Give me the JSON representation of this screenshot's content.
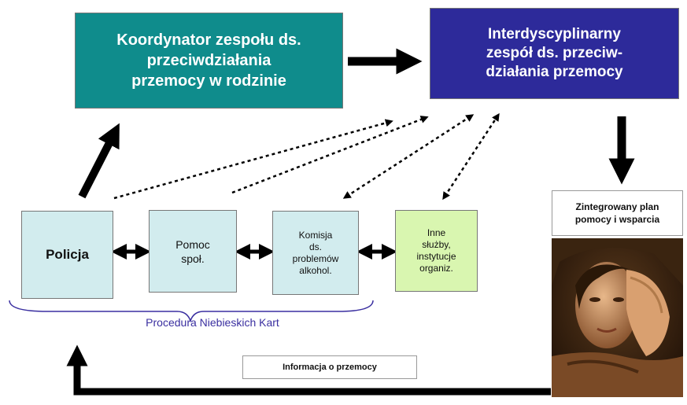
{
  "boxes": {
    "koordynator": "Koordynator zespołu ds.\nprzeciwdziałania\nprzemocy w rodzinie",
    "interdyscyplinarny": "Interdyscyplinarny\nzespół ds. przeciw-\ndziałania przemocy",
    "policja": "Policja",
    "pomoc": "Pomoc\nspoł.",
    "komisja": "Komisja\nds.\nproblemów\nalkohol.",
    "inne": "Inne\nsłużby,\ninstytucje\norganiz.",
    "plan": "Zintegrowany plan\npomocy i wsparcia",
    "informacja": "Informacja o przemocy"
  },
  "procedura_label": "Procedura Niebieskich Kart",
  "colors": {
    "koordynator_fill": "#0f8c8c",
    "interdyscyplinarny_fill": "#2d2a9a",
    "light_box_fill": "#d2ecee",
    "inne_fill": "#d9f6b0",
    "arrow": "#000000",
    "brace": "#3a2fa0"
  },
  "photo": {
    "description_icon": "person-photo-icon"
  }
}
